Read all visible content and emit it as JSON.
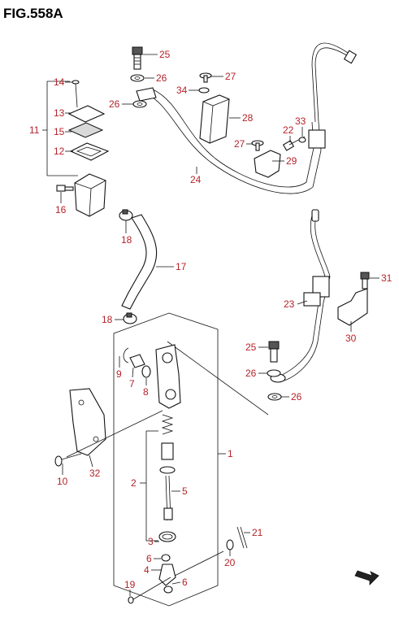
{
  "title": "FIG.558A",
  "callouts": [
    {
      "id": "c25a",
      "text": "25"
    },
    {
      "id": "c26a",
      "text": "26"
    },
    {
      "id": "c26b",
      "text": "26"
    },
    {
      "id": "c27a",
      "text": "27"
    },
    {
      "id": "c34",
      "text": "34"
    },
    {
      "id": "c28",
      "text": "28"
    },
    {
      "id": "c33",
      "text": "33"
    },
    {
      "id": "c22",
      "text": "22"
    },
    {
      "id": "c27b",
      "text": "27"
    },
    {
      "id": "c29",
      "text": "29"
    },
    {
      "id": "c24",
      "text": "24"
    },
    {
      "id": "c14",
      "text": "14"
    },
    {
      "id": "c13",
      "text": "13"
    },
    {
      "id": "c11",
      "text": "11"
    },
    {
      "id": "c15",
      "text": "15"
    },
    {
      "id": "c12",
      "text": "12"
    },
    {
      "id": "c16",
      "text": "16"
    },
    {
      "id": "c18a",
      "text": "18"
    },
    {
      "id": "c17",
      "text": "17"
    },
    {
      "id": "c18b",
      "text": "18"
    },
    {
      "id": "c31",
      "text": "31"
    },
    {
      "id": "c23",
      "text": "23"
    },
    {
      "id": "c30",
      "text": "30"
    },
    {
      "id": "c25b",
      "text": "25"
    },
    {
      "id": "c26c",
      "text": "26"
    },
    {
      "id": "c26d",
      "text": "26"
    },
    {
      "id": "c9",
      "text": "9"
    },
    {
      "id": "c7",
      "text": "7"
    },
    {
      "id": "c8",
      "text": "8"
    },
    {
      "id": "c1",
      "text": "1"
    },
    {
      "id": "c10",
      "text": "10"
    },
    {
      "id": "c32",
      "text": "32"
    },
    {
      "id": "c2",
      "text": "2"
    },
    {
      "id": "c5",
      "text": "5"
    },
    {
      "id": "c3",
      "text": "3"
    },
    {
      "id": "c21",
      "text": "21"
    },
    {
      "id": "c6a",
      "text": "6"
    },
    {
      "id": "c20",
      "text": "20"
    },
    {
      "id": "c4",
      "text": "4"
    },
    {
      "id": "c6b",
      "text": "6"
    },
    {
      "id": "c19",
      "text": "19"
    }
  ]
}
